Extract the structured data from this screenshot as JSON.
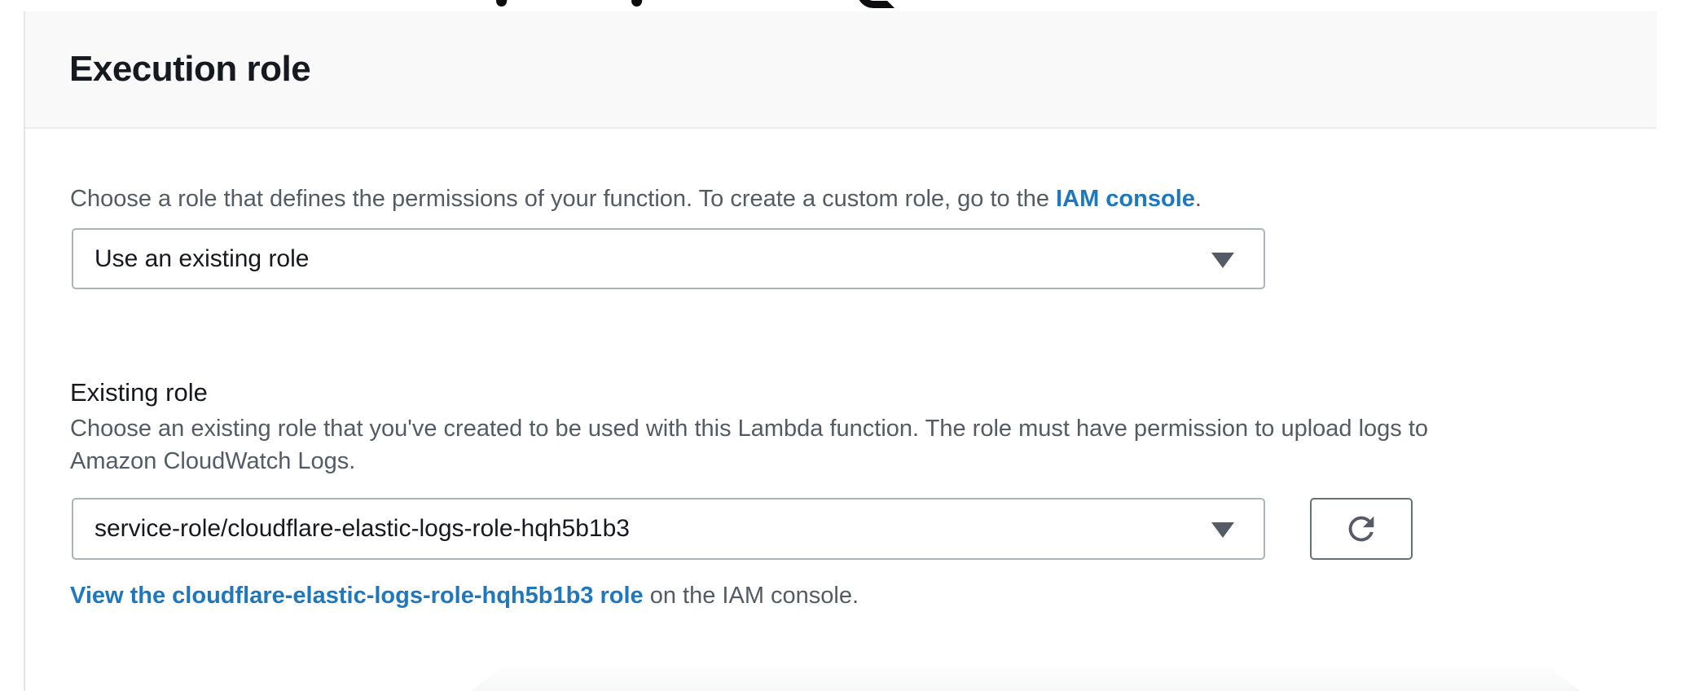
{
  "panel": {
    "title": "Execution role",
    "role_source": {
      "instruction_prefix": "Choose a role that defines the permissions of your function. To create a custom role, go to the ",
      "instruction_link": "IAM console",
      "instruction_suffix": ".",
      "selected_value": "Use an existing role"
    },
    "existing_role": {
      "label": "Existing role",
      "description_line1": "Choose an existing role that you've created to be used with this Lambda function. The role must have permission to upload logs to",
      "description_line2": "Amazon CloudWatch Logs.",
      "selected_value": "service-role/cloudflare-elastic-logs-role-hqh5b1b3",
      "view_role_link": "View the cloudflare-elastic-logs-role-hqh5b1b3 role",
      "view_role_suffix": " on the IAM console."
    },
    "icons": {
      "caret_down": "caret-down-icon",
      "refresh": "refresh-icon"
    },
    "colors": {
      "link_blue": "#1f78be",
      "text_dark": "#16191f",
      "text_gray": "#545b64",
      "select_border": "#aab7b8",
      "button_border": "#687078",
      "header_bg": "#f9f9f9",
      "divider": "#eaeded"
    }
  }
}
